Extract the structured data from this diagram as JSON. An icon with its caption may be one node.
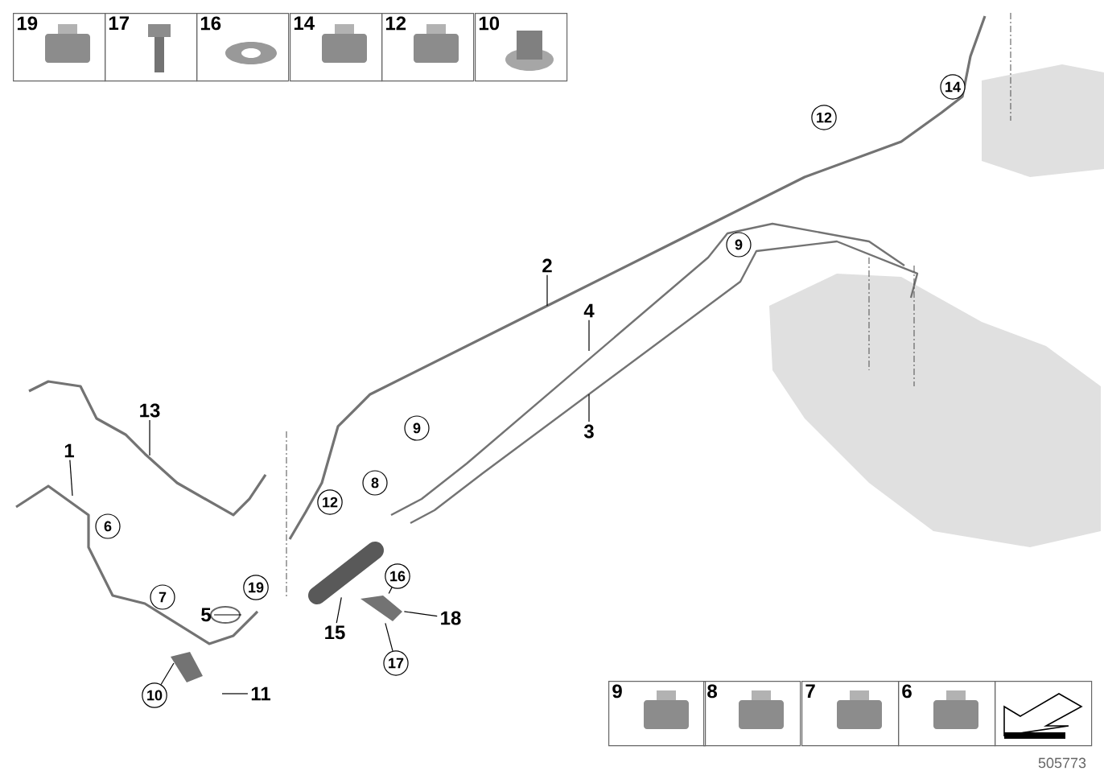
{
  "diagram": {
    "nodes": [
      {
        "text": [
          "19"
        ]
      },
      {
        "text": [
          "17"
        ]
      },
      {
        "text": [
          "16"
        ]
      },
      {
        "text": [
          "14"
        ]
      },
      {
        "text": [
          "12"
        ]
      },
      {
        "text": [
          "10"
        ]
      },
      {
        "text": [
          "12"
        ]
      },
      {
        "text": [
          "14"
        ]
      },
      {
        "text": [
          "9"
        ]
      },
      {
        "text": [
          "2"
        ]
      },
      {
        "text": [
          "4"
        ]
      },
      {
        "text": [
          "3"
        ]
      },
      {
        "text": [
          "9"
        ]
      },
      {
        "text": [
          "13"
        ]
      },
      {
        "text": [
          "1"
        ]
      },
      {
        "text": [
          "6"
        ]
      },
      {
        "text": [
          "12"
        ]
      },
      {
        "text": [
          "8"
        ]
      },
      {
        "text": [
          "7"
        ]
      },
      {
        "text": [
          "19"
        ]
      },
      {
        "text": [
          "5"
        ]
      },
      {
        "text": [
          "15"
        ]
      },
      {
        "text": [
          "16"
        ]
      },
      {
        "text": [
          "18"
        ]
      },
      {
        "text": [
          "17"
        ]
      },
      {
        "text": [
          "10"
        ]
      },
      {
        "text": [
          "11"
        ]
      },
      {
        "text": [
          "9"
        ]
      },
      {
        "text": [
          "8"
        ]
      },
      {
        "text": [
          "7"
        ]
      },
      {
        "text": [
          "6"
        ]
      },
      {
        "text": [],
        "shape": "box"
      },
      {
        "text": [],
        "shape": "picture"
      },
      {
        "text": [],
        "shape": "picture"
      }
    ],
    "edges": [
      {
        "from": 9,
        "to": null,
        "arrow": "none"
      },
      {
        "from": 10,
        "to": null,
        "arrow": "none"
      },
      {
        "from": 11,
        "to": null,
        "arrow": "none"
      },
      {
        "from": 13,
        "to": null,
        "arrow": "none"
      },
      {
        "from": 14,
        "to": null,
        "arrow": "none"
      },
      {
        "from": 20,
        "to": null,
        "arrow": "none"
      },
      {
        "from": 21,
        "to": 32,
        "arrow": "none"
      },
      {
        "from": 22,
        "to": 33,
        "arrow": "none"
      },
      {
        "from": 23,
        "to": 33,
        "arrow": "none"
      },
      {
        "from": 24,
        "to": 33,
        "arrow": "none"
      },
      {
        "from": 25,
        "to": null,
        "arrow": "none"
      },
      {
        "from": 26,
        "to": null,
        "arrow": "none"
      }
    ],
    "labels": [
      "505773"
    ]
  }
}
